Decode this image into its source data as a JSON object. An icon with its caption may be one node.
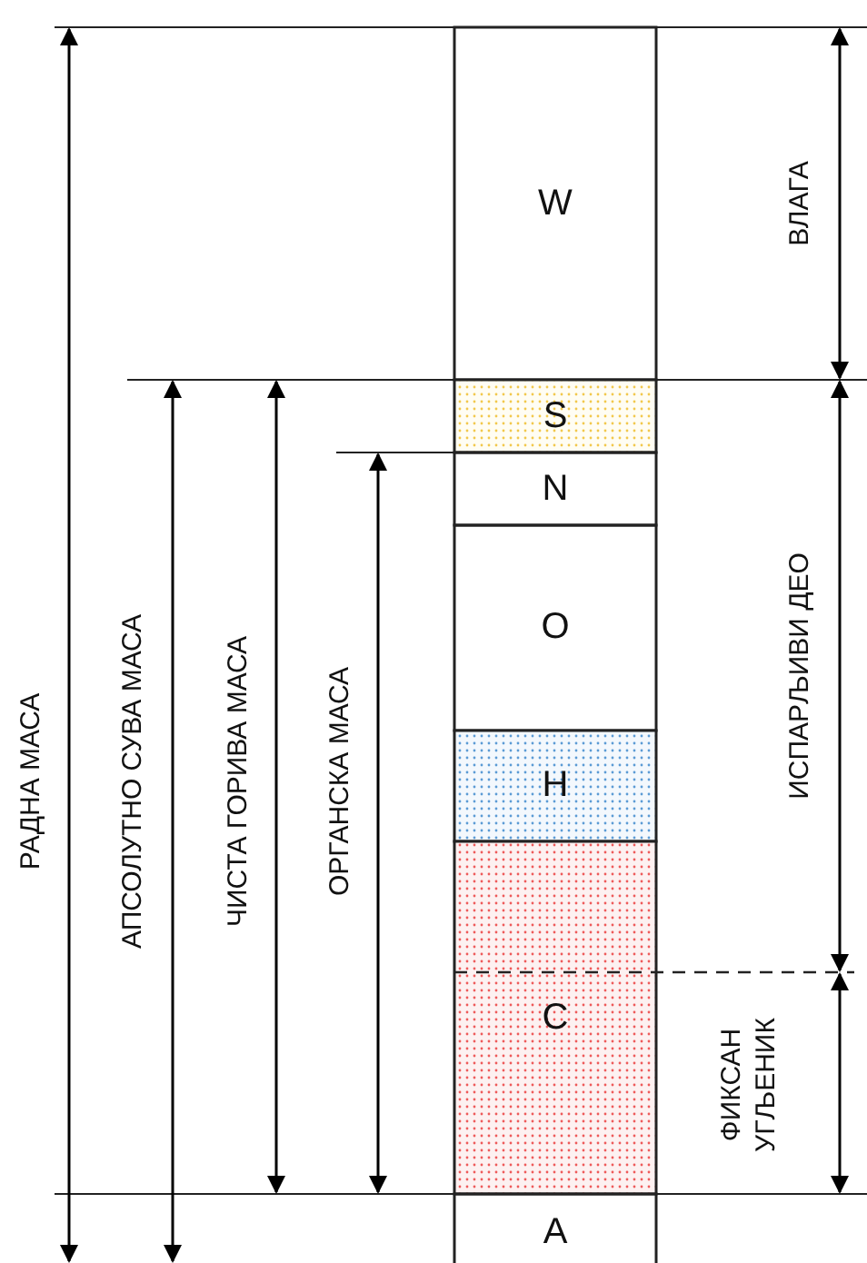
{
  "diagram": {
    "nodes": [
      {
        "text": [
          "W"
        ]
      },
      {
        "text": [
          "S"
        ]
      },
      {
        "text": [
          "N"
        ]
      },
      {
        "text": [
          "O"
        ]
      },
      {
        "text": [
          "H"
        ]
      },
      {
        "text": [
          "C"
        ]
      },
      {
        "text": [
          "A"
        ]
      }
    ],
    "labels": [
      "РАДНА МАСА",
      "АПСОЛУТНО СУВА МАСА",
      "ЧИСТА ГОРИВА МАСА",
      "ОРГАНСКА МАСА",
      "ВЛАГА",
      "ИСПАРЉИВИ ДЕО",
      "ФИКСАН УГЉЕНИК"
    ]
  }
}
